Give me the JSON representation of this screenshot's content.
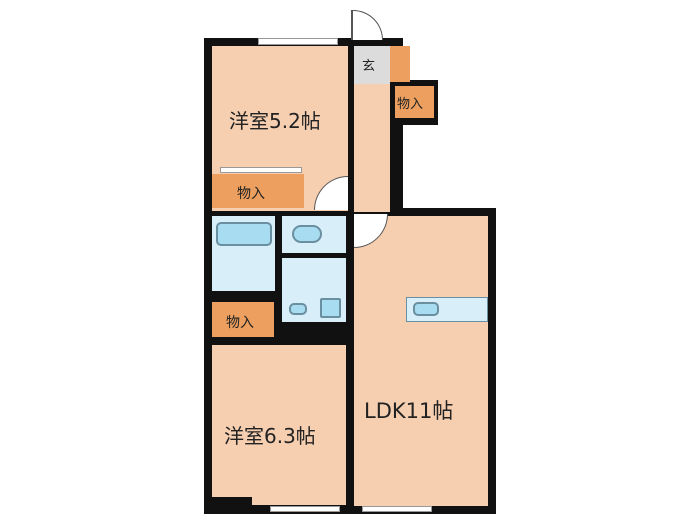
{
  "floorplan": {
    "rooms": {
      "western_room_1": "洋室5.2帖",
      "western_room_2": "洋室6.3帖",
      "ldk": "LDK11帖",
      "entrance": "玄",
      "closet_top": "物入",
      "closet_left": "物入",
      "closet_right": "物入"
    },
    "colors": {
      "room": "#f6ceb0",
      "closet": "#ec9f5e",
      "wet_area": "#d8eef9",
      "entrance": "#dcdcdc",
      "wall": "#111111"
    }
  }
}
